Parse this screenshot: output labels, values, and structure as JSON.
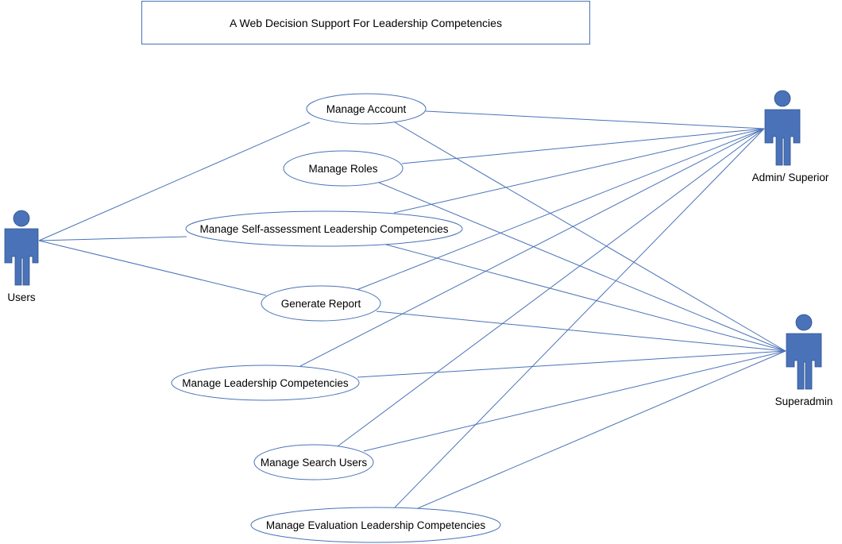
{
  "title": "A Web Decision Support For Leadership Competencies",
  "actors": [
    {
      "id": "users",
      "label": "Users"
    },
    {
      "id": "admin",
      "label": "Admin/ Superior"
    },
    {
      "id": "superadmin",
      "label": "Superadmin"
    }
  ],
  "use_cases": [
    {
      "id": "manage-account",
      "label": "Manage Account"
    },
    {
      "id": "manage-roles",
      "label": "Manage Roles"
    },
    {
      "id": "manage-self-assessment",
      "label": "Manage Self-assessment Leadership Competencies"
    },
    {
      "id": "generate-report",
      "label": "Generate Report"
    },
    {
      "id": "manage-leadership",
      "label": "Manage Leadership Competencies"
    },
    {
      "id": "manage-search-users",
      "label": "Manage Search Users"
    },
    {
      "id": "manage-evaluation",
      "label": "Manage Evaluation Leadership Competencies"
    }
  ],
  "associations": [
    {
      "actor": "users",
      "use_case": "manage-account"
    },
    {
      "actor": "users",
      "use_case": "manage-self-assessment"
    },
    {
      "actor": "users",
      "use_case": "generate-report"
    },
    {
      "actor": "admin",
      "use_case": "manage-account"
    },
    {
      "actor": "admin",
      "use_case": "manage-roles"
    },
    {
      "actor": "admin",
      "use_case": "manage-self-assessment"
    },
    {
      "actor": "admin",
      "use_case": "generate-report"
    },
    {
      "actor": "admin",
      "use_case": "manage-leadership"
    },
    {
      "actor": "admin",
      "use_case": "manage-search-users"
    },
    {
      "actor": "admin",
      "use_case": "manage-evaluation"
    },
    {
      "actor": "superadmin",
      "use_case": "manage-account"
    },
    {
      "actor": "superadmin",
      "use_case": "manage-roles"
    },
    {
      "actor": "superadmin",
      "use_case": "manage-self-assessment"
    },
    {
      "actor": "superadmin",
      "use_case": "generate-report"
    },
    {
      "actor": "superadmin",
      "use_case": "manage-leadership"
    },
    {
      "actor": "superadmin",
      "use_case": "manage-search-users"
    },
    {
      "actor": "superadmin",
      "use_case": "manage-evaluation"
    }
  ],
  "colors": {
    "line": "#4a72b8",
    "actor_fill": "#4a72b8"
  }
}
